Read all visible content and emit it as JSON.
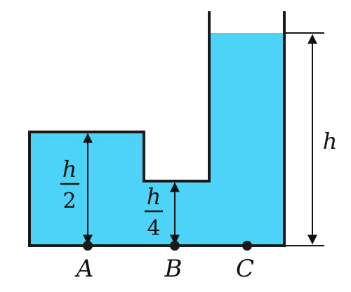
{
  "labels": {
    "height_total": "h",
    "left_numerator": "h",
    "left_denominator": "2",
    "middle_numerator": "h",
    "middle_denominator": "4",
    "point_a": "A",
    "point_b": "B",
    "point_c": "C"
  },
  "colors": {
    "water": "#4dd3f8",
    "outline": "#1a1a1a",
    "background": "#ffffff"
  },
  "icons": {
    "points": "filled-circle",
    "arrows": "double-headed-arrow"
  }
}
